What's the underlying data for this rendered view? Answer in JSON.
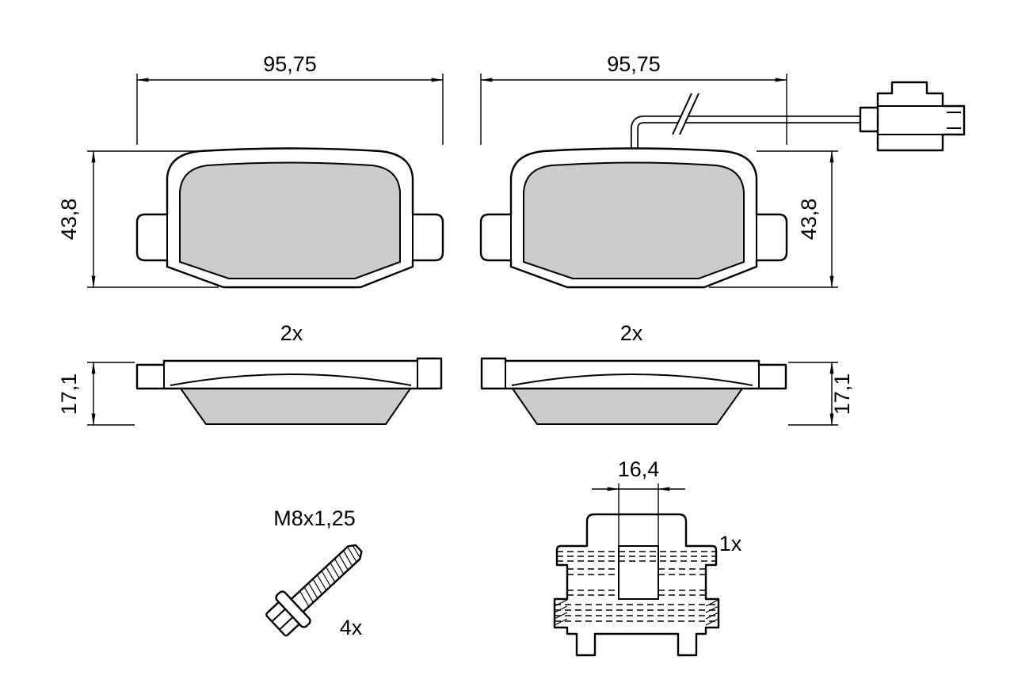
{
  "drawing": {
    "labels": {
      "pad_left_width": "95,75",
      "pad_right_width": "95,75",
      "pad_left_height": "43,8",
      "pad_right_height": "43,8",
      "pad_left_qty": "2x",
      "pad_right_qty": "2x",
      "side_left_thickness": "17,1",
      "side_right_thickness": "17,1",
      "bolt_spec": "M8x1,25",
      "bolt_qty": "4x",
      "clip_width": "16,4",
      "clip_qty": "1x"
    },
    "colors": {
      "line": "#000000",
      "pad_fill": "#cccccc",
      "background": "#ffffff"
    }
  }
}
